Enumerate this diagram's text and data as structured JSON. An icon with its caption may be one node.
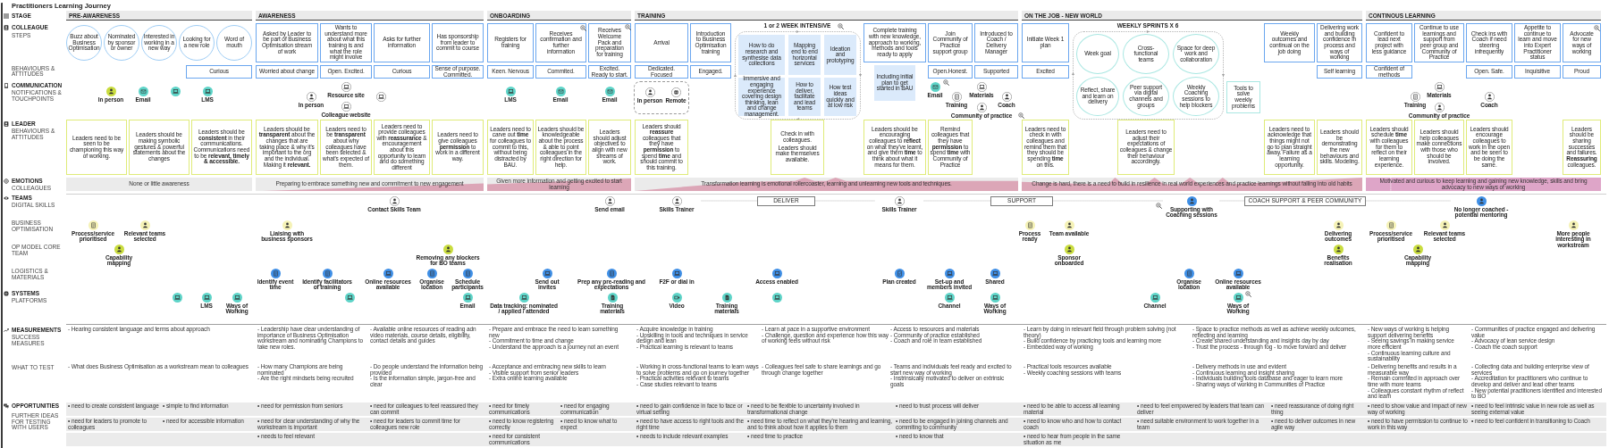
{
  "diagram": {
    "title": "Practitioners Learning Journey",
    "nodes": [
      {
        "text": [
          "PRE-AWARENESS"
        ]
      },
      {
        "text": [
          "AWARENESS"
        ]
      },
      {
        "text": [
          "ONBOARDING"
        ]
      },
      {
        "text": [
          "TRAINING"
        ]
      },
      {
        "text": [
          "ON THE JOB - NEW WORLD"
        ]
      },
      {
        "text": [
          "CONTINOUS LEARNING"
        ]
      },
      {
        "text": [
          "Buzz about Business Optimisation"
        ]
      },
      {
        "text": [
          "Nominated by sponsor or owner"
        ]
      },
      {
        "text": [
          "Interested in working in a new way"
        ]
      },
      {
        "text": [
          "Looking for a new role"
        ]
      },
      {
        "text": [
          "Word of mouth"
        ]
      },
      {
        "text": [
          "Asked by Leader to be part of Business Optimisation stream of work"
        ]
      },
      {
        "text": [
          "Wants to understand more about what this training is and what the role might involve"
        ]
      },
      {
        "text": [
          "Asks for further information"
        ]
      },
      {
        "text": [
          "Has sponsorship from leader to commit to course"
        ]
      },
      {
        "text": [
          "Registers for training"
        ]
      },
      {
        "text": [
          "Receives confirmation and further information"
        ]
      },
      {
        "text": [
          "Receives Welcome Pack and preparation for training"
        ]
      },
      {
        "text": [
          "Arrival"
        ]
      },
      {
        "text": [
          "Introduction to Business Optimisation training"
        ]
      },
      {
        "text": [
          "1 or 2 WEEK INTENSIVE"
        ]
      },
      {
        "text": [
          "How to do research and synthesise data collections"
        ],
        "in": 20
      },
      {
        "text": [
          "Mapping end to end horizontal services"
        ],
        "in": 20
      },
      {
        "text": [
          "Ideation and prototyping"
        ],
        "in": 20
      },
      {
        "text": [
          "Immersive and engaging experience covering design thinking, lean and change management."
        ],
        "in": 20
      },
      {
        "text": [
          "How to deliver, facilitate and lead teams"
        ],
        "in": 20
      },
      {
        "text": [
          "How test ideas quickly and at low risk"
        ],
        "in": 20
      },
      {
        "text": [
          "Complete training with new knowledge, approach to working, methods and tools ready to apply"
        ]
      },
      {
        "text": [
          "Including initial plan to get started in BAU"
        ]
      },
      {
        "text": [
          "Join Community of Practice support group"
        ]
      },
      {
        "text": [
          "Introduced to Coach / Delivery Manager"
        ]
      },
      {
        "text": [
          "Initiate Week 1 plan"
        ]
      },
      {
        "text": [
          "WEEKLY SPRINTS X 6"
        ]
      },
      {
        "text": [
          "Week goal"
        ],
        "in": 32
      },
      {
        "text": [
          "Cross-functional teams"
        ],
        "in": 32
      },
      {
        "text": [
          "Space for deep work and collaboration"
        ],
        "in": 32
      },
      {
        "text": [
          "Reflect, share and learn on delivery"
        ],
        "in": 32
      },
      {
        "text": [
          "Peer support via digital channels and groups"
        ],
        "in": 32
      },
      {
        "text": [
          "Weekly Coaching sessions to help blockers"
        ],
        "in": 32
      },
      {
        "text": [
          "Tools to solve weekly problems"
        ]
      },
      {
        "text": [
          "Weekly outcomes and continual on the job doing"
        ]
      },
      {
        "text": [
          "Delivering work and building confidence in process and ways of working"
        ]
      },
      {
        "text": [
          "Confident to lead next project with less guidance"
        ]
      },
      {
        "text": [
          "Continue to use learnings and support from peer group and Community of Practice"
        ]
      },
      {
        "text": [
          "Check ins with Coach if need steering infrequently"
        ]
      },
      {
        "text": [
          "Appetite to continue to learn and move into Expert Practitioner status"
        ]
      },
      {
        "text": [
          "Advocate for new ways of working"
        ]
      },
      {
        "text": [
          "Curious"
        ]
      },
      {
        "text": [
          "Worried about change"
        ]
      },
      {
        "text": [
          "Open. Excited."
        ]
      },
      {
        "text": [
          "Curious"
        ]
      },
      {
        "text": [
          "Sense of purpose. Committed."
        ]
      },
      {
        "text": [
          "Keen. Nervous"
        ]
      },
      {
        "text": [
          "Commited."
        ]
      },
      {
        "text": [
          "Excited. Ready to start."
        ]
      },
      {
        "text": [
          "Dedicated. Focused"
        ]
      },
      {
        "text": [
          "Engaged."
        ]
      },
      {
        "text": [
          "Open.Honest."
        ]
      },
      {
        "text": [
          "Supported"
        ]
      },
      {
        "text": [
          "Excited"
        ]
      },
      {
        "text": [
          "Self learning"
        ]
      },
      {
        "text": [
          "Confident of methods"
        ]
      },
      {
        "text": [
          "Open. Safe."
        ]
      },
      {
        "text": [
          "Inquisitive"
        ]
      },
      {
        "text": [
          "Proud"
        ]
      },
      {
        "text": [
          "In person"
        ]
      },
      {
        "text": [
          "Email"
        ]
      },
      {
        "text": [],
        "shape": "circle"
      },
      {
        "text": [
          "LMS"
        ]
      },
      {
        "text": [
          "Resource site"
        ]
      },
      {
        "text": [
          "In person"
        ]
      },
      {
        "text": [],
        "shape": "circle"
      },
      {
        "text": [
          "Colleague website"
        ]
      },
      {
        "text": [
          "LMS"
        ]
      },
      {
        "text": [
          "Email"
        ]
      },
      {
        "text": [
          "Email"
        ]
      },
      {
        "text": [],
        "shape": "box"
      },
      {
        "text": [
          "In person"
        ],
        "in": 76
      },
      {
        "text": [
          "Remote"
        ],
        "in": 76
      },
      {
        "text": [
          "Email"
        ]
      },
      {
        "text": [
          "Materials"
        ]
      },
      {
        "text": [
          "Training"
        ]
      },
      {
        "text": [
          "Coach"
        ]
      },
      {
        "text": [
          "Community of practice"
        ]
      },
      {
        "text": [
          "Materials"
        ]
      },
      {
        "text": [
          "Training"
        ]
      },
      {
        "text": [
          "Coach"
        ]
      },
      {
        "text": [
          "Community of practice"
        ]
      },
      {
        "text": [
          "Leaders need to be seen to be championing this way of working."
        ]
      },
      {
        "text": [
          "Leaders should be making symbolic gestures & powerful statements about the changes"
        ]
      },
      {
        "text": [
          "Leaders should be **consistent** in their communications. Communications need to be **relevant, timely & accessible.**"
        ]
      },
      {
        "text": [
          "Leaders should be **transparent** about the changes that are taking place & why it's important to the org and the individual. Making it **relevant.**"
        ]
      },
      {
        "text": [
          "Leaders need to be **transparent** about why colleagues have been selected & what's expected of them."
        ]
      },
      {
        "text": [
          "Leaders need to provide colleagues with **reassurance** & encouragement about this opportunity to learn and do something different"
        ]
      },
      {
        "text": [
          "Leaders need to give colleagues **permission** to work in a different way."
        ]
      },
      {
        "text": [
          "Leaders need to carve out **time** for colleagues to commit to this, without being distracted by BAU."
        ]
      },
      {
        "text": [
          "Leaders should be knowledgeable about the process & able to point colleagues in the right direction for help."
        ]
      },
      {
        "text": [
          "Leaders should adjust objectives to align with new streams of work."
        ]
      },
      {
        "text": [
          "Leaders should **reassure** colleagues that they have **permission** to spend **time** and should commit to this training."
        ]
      },
      {
        "text": [
          "Check in with colleagues.",
          "Leaders should make themselves available."
        ]
      },
      {
        "text": [
          "Leaders should be encouraging colleagues to **reflect** on what they've learnt, and give them **time** to think about what it means for them."
        ]
      },
      {
        "text": [
          "Remind colleagues that they have **permission** to spend **time** with Community of Practice"
        ]
      },
      {
        "text": [
          "Leaders need to check in with colleagues and remind them that they should be spending **time** on this."
        ]
      },
      {
        "text": [
          "Leaders need to adjust their expectations of colleagues & change their behaviour accordingly."
        ]
      },
      {
        "text": [
          "Leaders need to acknowledge that things might not go to plan straight away. Failure as a learning opportunity."
        ]
      },
      {
        "text": [
          "Leaders should be demonstrating the new behaviours and skills. Modeling."
        ]
      },
      {
        "text": [
          "Leaders should schedule **time** with colleagues for them to reflect on their learning experience."
        ]
      },
      {
        "text": [
          "Leaders should help colleagues make connections with those who should be involved."
        ]
      },
      {
        "text": [
          "Leaders should encourage colleagues to work in the open and be seen to be doing the same."
        ]
      },
      {
        "text": [
          "Leaders should be sharing successes and failures. **Reassuring** colleagues."
        ]
      },
      {
        "text": [
          "None or little awareness"
        ]
      },
      {
        "text": [
          "Preparing to embrace something new and commitment to new engagement"
        ]
      },
      {
        "text": [
          "Given more information and getting excited to start learning"
        ]
      },
      {
        "text": [
          "Transformation learning is emotional rollercoaster, learning and unlearning new tools and techniques."
        ]
      },
      {
        "text": [
          "Change is hard, there is a need to build in resilience in real world experiences and practice learnings without falling into old habits"
        ]
      },
      {
        "text": [
          "Motivated and curious to keep learning and gaining new knowledge, skills and bring advocacy to new ways of working"
        ]
      },
      {
        "text": [
          "Contact Skills Team"
        ]
      },
      {
        "text": [
          "Send email"
        ]
      },
      {
        "text": [
          "Skills Trainer"
        ]
      },
      {
        "text": [
          "DELIVER"
        ]
      },
      {
        "text": [
          "Skills Trainer"
        ]
      },
      {
        "text": [
          "SUPPORT"
        ]
      },
      {
        "text": [
          "Supporting with Coaching sessions"
        ]
      },
      {
        "text": [
          "COACH SUPPORT & PEER COMMUNITY"
        ]
      },
      {
        "text": [
          "No longer coached - potential mentoring"
        ]
      },
      {
        "text": [
          "Process/service prioritised"
        ]
      },
      {
        "text": [
          "Relevant teams selected"
        ]
      },
      {
        "text": [
          "Liaising with business sponsors"
        ]
      },
      {
        "text": [
          "Process ready"
        ]
      },
      {
        "text": [
          "Team available"
        ]
      },
      {
        "text": [
          "Delivering outcomes"
        ]
      },
      {
        "text": [
          "Process/service prioritised"
        ]
      },
      {
        "text": [
          "Relevant teams selected"
        ]
      },
      {
        "text": [
          "More people interesting in workstream"
        ]
      },
      {
        "text": [
          "Capability mapping"
        ]
      },
      {
        "text": [
          "Removing any blockers for BO teams"
        ]
      },
      {
        "text": [
          "Sponsor onboarded"
        ]
      },
      {
        "text": [
          "Benefits realisation"
        ]
      },
      {
        "text": [
          "Capability mapping"
        ]
      },
      {
        "text": [
          "Identify event time"
        ]
      },
      {
        "text": [
          "Identify facilitators of training"
        ]
      },
      {
        "text": [
          "Online resources available"
        ]
      },
      {
        "text": [
          "Organise location"
        ]
      },
      {
        "text": [
          "Schedule participants"
        ]
      },
      {
        "text": [
          "Send out invites"
        ]
      },
      {
        "text": [
          "Prep any pre-reading and expectations"
        ]
      },
      {
        "text": [
          "F2F or dial in"
        ]
      },
      {
        "text": [
          "Access enabled"
        ]
      },
      {
        "text": [
          "Plan created"
        ]
      },
      {
        "text": [
          "Set-up and members invited"
        ]
      },
      {
        "text": [
          "Shared"
        ]
      },
      {
        "text": [
          "Organise location"
        ]
      },
      {
        "text": [
          "Online resources available"
        ]
      },
      {
        "text": [],
        "shape": "circle"
      },
      {
        "text": [
          "LMS"
        ]
      },
      {
        "text": [
          "Ways of Working"
        ]
      },
      {
        "text": [],
        "shape": "circle"
      },
      {
        "text": [
          "Email"
        ]
      },
      {
        "text": [
          "Data tracking: nominated / applied / attended"
        ]
      },
      {
        "text": [
          "Training materials"
        ]
      },
      {
        "text": [
          "Video"
        ]
      },
      {
        "text": [
          "Training materials"
        ]
      },
      {
        "text": [],
        "shape": "circle"
      },
      {
        "text": [
          "Channel"
        ]
      },
      {
        "text": [
          "Ways of Working"
        ]
      },
      {
        "text": [
          "Channel"
        ]
      },
      {
        "text": [
          "Ways of Working"
        ]
      },
      {
        "text": [
          "• need to create consistent language",
          "• simple to find information",
          "• need for permission from seniors",
          "• need for colleagues to feel reassured they can commit",
          "• need for timely communications",
          "• need for engaging communication",
          "• need to gain confidence in face to face or virtual setting",
          "• need to be flexible to uncertainty involved in transformational change",
          "• need to trust process will deliver",
          "• need to be able to access all learning material",
          "• need to feel empowered by leaders that team can deliver",
          "• need reassurance of doing right thing",
          "• need to show value and impact of new way of working",
          "• need to feel intrinsic value in new role as well as seeing external value"
        ]
      },
      {
        "text": [
          "• need for leaders to promote to colleagues",
          "• need for accessible information",
          "• need for clear understanding of why the workstream is important",
          "• need for leaders to commit time for colleagues new role",
          "• need to know registering correctly",
          "• need to know what to expect",
          "• need to have access to right tools and the right time",
          "• need time to reflect on what they're hearing and learning, and to think about how it applies to them",
          "• need to be engaged in joining channels and commiting to community",
          "• need to know who and how to contact coach",
          "• need suitable environment to work together in a team",
          "• need to deliver outcomes in new agile way",
          "• need to have permission to continue to work in this way",
          "• need to feel confident in transitioning to Coach"
        ]
      },
      {
        "text": [
          "• needs to feel relevant",
          "• need for consistent communications",
          "• needs to include relevant examples",
          "• need time to practice",
          "• need to know that",
          "• need to hear from people in the same situation as me"
        ]
      }
    ],
    "edges": [
      {
        "from": 118,
        "to": 119,
        "arrow": "none",
        "style": "dashed"
      },
      {
        "from": 119,
        "to": 120,
        "arrow": "none",
        "style": "dashed"
      },
      {
        "from": 120,
        "to": 121,
        "arrow": "none",
        "style": "dashed"
      },
      {
        "from": 121,
        "to": 122,
        "arrow": "none",
        "style": "dashed"
      },
      {
        "from": 122,
        "to": 123,
        "arrow": "none",
        "style": "dashed"
      },
      {
        "from": 123,
        "to": 124,
        "arrow": "none",
        "style": "dashed"
      }
    ],
    "labels": [
      "STAGE",
      "COLLEAGUE",
      "STEPS",
      "BEHAVIOURS & ATTITUDES",
      "COMMUNICATION",
      "NOTIFICATIONS & TOUCHPOINTS",
      "LEADER",
      "BEHAVIOURS & ATTITUDES",
      "EMOTIONS",
      "COLLEAGUES",
      "TEAMS",
      "DIGITAL SKILLS",
      "BUSINESS OPTIMISATION",
      "OP MODEL CORE TEAM",
      "LOGISTICS & MATERIALS",
      "SYSTEMS",
      "PLATFORMS",
      "MEASUREMENTS",
      "SUCCESS MEASURES",
      "WHAT TO TEST",
      "OPPORTUNITIES",
      "FURTHER IDEAS FOR TESTING WITH USERS",
      "- Hearing consistent language and terms about approach",
      "- Leadership have clear understanding of importance of Business Optimisation workstream and nominating Champions to take new roles.",
      "- Available online resources of reading adn video materials, course details, eligibility, contact details and guides",
      "- Prepare and embrace the need to learn something new",
      "- Commitment to time and change",
      "- Understand the approach is a journey not an event",
      "- Acquire knowledge in training",
      "- Upskilling in tools and techniques in service design and lean",
      "- Practical learning is relevant to teams",
      "- Learn at pace in a supportive environment",
      "- Challenge, question and experience how this way of working feels without risk",
      "- Access to resources and materials",
      "- Community of practice established",
      "- Coach and role in team established",
      "- Learn by doing in relevant field through problem solving (not theory)",
      "- Build confidence by practicing tools and learning more",
      "- Embedded way of working",
      "- Space to practice methods as well as achieve weekly outcomes, reflecting and learning",
      "- Create shared understanding and insights day by day",
      "- Trust the process - through fog - to move forward and deliver",
      "- New ways of working is helping support delivering benefits",
      "- Seeing savings in making service more efficient",
      "- Continuous learning culture and sustainability",
      "- Communities of practice engaged and delivering value",
      "- Advocacy of lean service design",
      "- Coach the coach support",
      "- What does Business Optimisation as a workstream mean to colleagues",
      "- How many Champions are being nominated",
      "- Are the right mindsets being recruited",
      "- Do people understand the information being provided",
      "- Is the information simple, jargon-free and clear",
      "- Acceptance and embracing new skills to learn",
      "- Visible support from senior leaders",
      "- Extra online learning available",
      "- Working in cross-functional teams to learn ways to solve problems and go on journey together",
      "- Practical activities relevant to teams",
      "- Case studies relevant to teams",
      "- Colleagues feel safe to share learnings and go through change together",
      "- Teams and individuals feel ready and excited to start new way of working",
      "- Instrinsically motivated to deliver on extrinsic goals",
      "- Practical tools resources available",
      "- Weekly coaching sessions with teams",
      "- Delivery methods in use and evident",
      "- Continuous learning and insight sharing",
      "- Individuals building tools database and eager to learn more",
      "- Sharing ways of working in Communities of Practice",
      "- Delivering benefits and results in a measurable way",
      "- Remain commited in approach over time with more teams",
      "- Colleagues constant rhythm of reflect and learn",
      "- Collecting data and building enterprise view of services",
      "- Accreditation for practitioners who continue to develop and deliver and lead other teams",
      "- New potential practitioners identified and interested to BO"
    ]
  }
}
